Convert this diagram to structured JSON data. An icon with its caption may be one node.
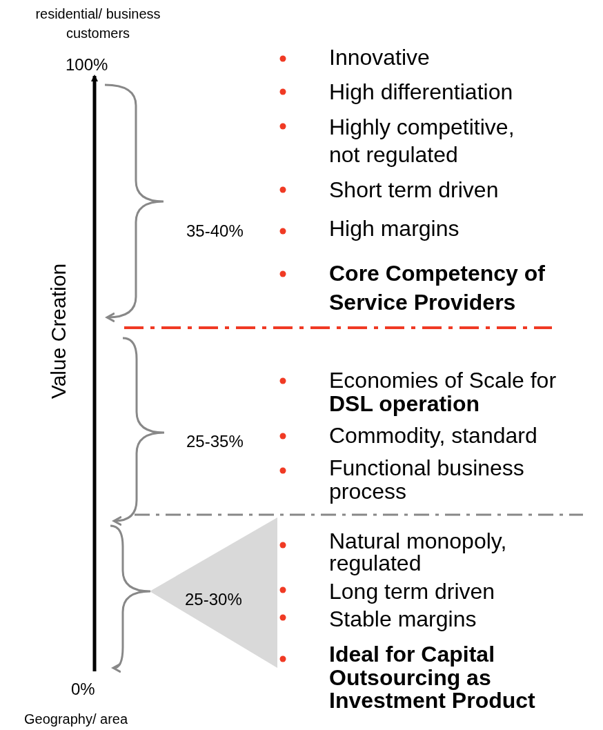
{
  "diagram": {
    "labels": [
      "residential/ business customers",
      "100%",
      "Innovative",
      "High differentiation",
      "Highly competitive, not regulated",
      "Short term driven",
      "35-40%",
      "High margins",
      "Core Competency of Service Providers",
      "Value Creation",
      "Economies of Scale for **DSL operation**",
      "25-35%",
      "Commodity, standard",
      "Functional business process",
      "Natural monopoly, regulated",
      "25-30%",
      "Long term driven",
      "Stable margins",
      "Ideal for Capital Outsourcing as Investment Product",
      "0%",
      "Geography/ area"
    ]
  }
}
